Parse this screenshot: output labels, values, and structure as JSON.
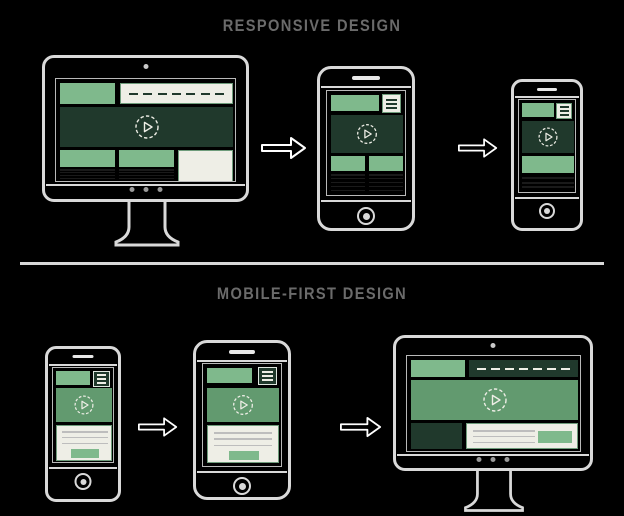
{
  "sections": [
    {
      "id": "responsive",
      "title": "RESPONSIVE DESIGN"
    },
    {
      "id": "mobile-first",
      "title": "MOBILE-FIRST DESIGN"
    }
  ],
  "colors": {
    "background": "#000000",
    "frame": "#d9d9d9",
    "title_text": "#6b6b6b",
    "divider": "#d8d8d8",
    "green_light": "#7fb98c",
    "green_mid": "#629a6f",
    "green_dark": "#20392c",
    "cream": "#eeeee6",
    "arrow": "#ffffff"
  },
  "flow": {
    "responsive": {
      "order": [
        "desktop",
        "tablet",
        "phone"
      ],
      "arrow_label": "arrow-right"
    },
    "mobile_first": {
      "order": [
        "phone",
        "tablet",
        "desktop"
      ],
      "arrow_label": "arrow-right"
    }
  },
  "devices": {
    "responsive_desktop": {
      "name": "desktop-monitor",
      "nav_dashes": 7,
      "cards": 3,
      "card_text_lines": 5,
      "hero_icon": "play-icon"
    },
    "responsive_tablet": {
      "name": "tablet",
      "menu_icon": "hamburger-menu-icon",
      "cards": 2,
      "card_text_lines": 5,
      "hero_icon": "play-icon"
    },
    "responsive_phone": {
      "name": "phone",
      "menu_icon": "hamburger-menu-icon",
      "cards": 1,
      "card_text_lines": 3,
      "hero_icon": "play-icon"
    },
    "mobilefirst_phone": {
      "name": "phone",
      "menu_icon": "hamburger-menu-icon",
      "card_text_lines": 3,
      "hero_icon": "play-icon",
      "has_cta_button": true
    },
    "mobilefirst_tablet": {
      "name": "tablet",
      "menu_icon": "hamburger-menu-icon",
      "card_text_lines": 3,
      "hero_icon": "play-icon",
      "has_cta_button": true
    },
    "mobilefirst_desktop": {
      "name": "desktop-monitor",
      "nav_dashes": 7,
      "card_text_lines": 3,
      "hero_icon": "play-icon",
      "has_cta_button": true
    }
  }
}
